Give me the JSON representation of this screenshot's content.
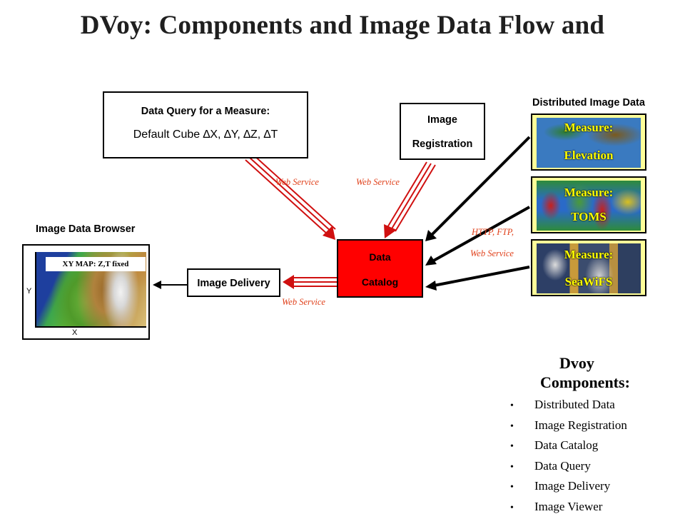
{
  "title": "DVoy: Components and Image Data Flow and",
  "query_box": {
    "line1": "Data Query for a Measure:",
    "line2": "Default Cube ∆X, ∆Y, ∆Z, ∆T"
  },
  "registration_box": {
    "line1": "Image",
    "line2": "Registration"
  },
  "catalog_box": {
    "line1": "Data",
    "line2": "Catalog",
    "color": "#ff0000"
  },
  "delivery_box": {
    "label": "Image Delivery"
  },
  "browser": {
    "label": "Image Data Browser",
    "map_tag": "XY MAP:  Z,T fixed",
    "axis_y": "Y",
    "axis_x": "X"
  },
  "distributed": {
    "label": "Distributed Image Data",
    "tiles": [
      {
        "line1": "Measure:",
        "line2": "Elevation"
      },
      {
        "line1": "Measure:",
        "line2": "TOMS"
      },
      {
        "line1": "Measure:",
        "line2": "SeaWiFS"
      }
    ]
  },
  "connector_labels": {
    "query_ws": "Web Service",
    "registration_ws": "Web Service",
    "delivery_ws": "Web Service",
    "http_ftp": "HTTP, FTP,",
    "http_ws": "Web Service"
  },
  "components": {
    "title_line1": "Dvoy",
    "title_line2": "Components:",
    "items": [
      "Distributed Data",
      "Image Registration",
      "Data Catalog",
      "Data Query",
      "Image Delivery",
      "Image Viewer"
    ]
  },
  "colors": {
    "catalog_fill": "#ff0000",
    "web_service_text": "#e0401a",
    "tile_text": "#ffff00",
    "tile_frame": "#ffff99",
    "double_arrow": "#d01010"
  },
  "icons": {
    "bullet": "bullet-icon"
  }
}
